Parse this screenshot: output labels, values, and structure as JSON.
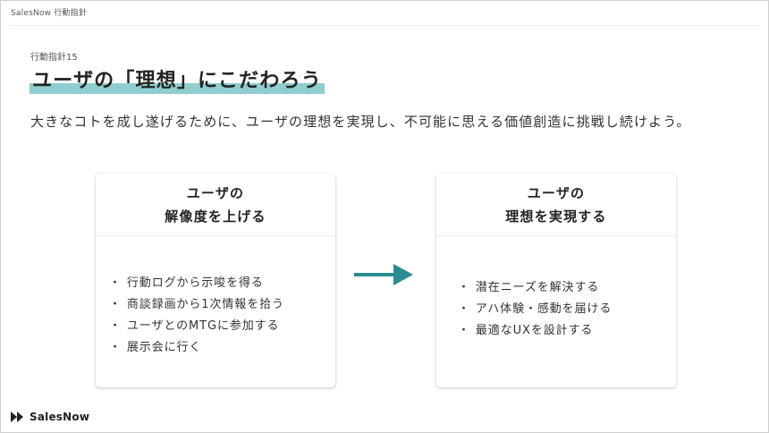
{
  "header": {
    "title": "SalesNow 行動指針"
  },
  "section": {
    "label": "行動指針15"
  },
  "heading": {
    "text": "ユーザの「理想」にこだわろう"
  },
  "lead": {
    "text": "大きなコトを成し遂げるために、ユーザの理想を実現し、不可能に思える価値創造に挑戦し続けよう。"
  },
  "left_card": {
    "title_line1": "ユーザの",
    "title_line2": "解像度を上げる",
    "items": [
      "行動ログから示唆を得る",
      "商談録画から1次情報を拾う",
      "ユーザとのMTGに参加する",
      "展示会に行く"
    ]
  },
  "right_card": {
    "title_line1": "ユーザの",
    "title_line2": "理想を実現する",
    "items": [
      "潜在ニーズを解決する",
      "アハ体験・感動を届ける",
      "最適なUXを設計する"
    ]
  },
  "bullet": "・",
  "footer": {
    "brand": "SalesNow"
  },
  "colors": {
    "highlight": "#8fcdd0",
    "arrow": "#2a8c93",
    "text": "#333333"
  },
  "icons": {
    "arrow": "right-arrow-icon",
    "logo": "salesnow-logo-icon"
  }
}
